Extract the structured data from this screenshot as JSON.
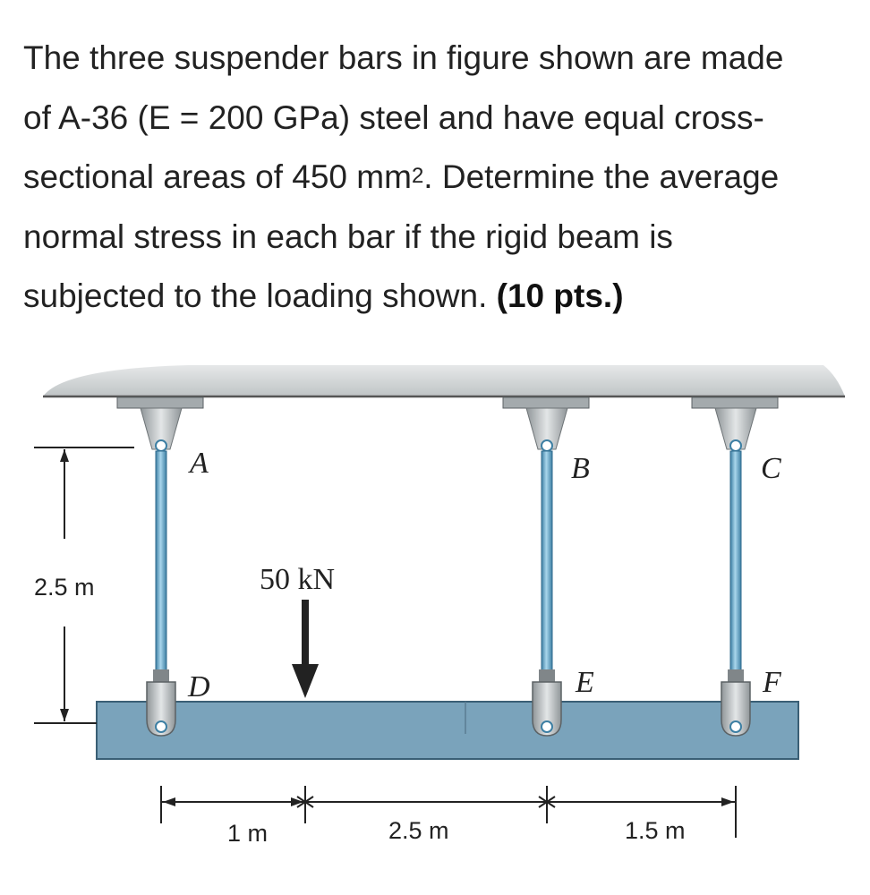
{
  "problem": {
    "line1": "The three suspender bars in figure shown are made",
    "line2": "of A-36 (E = 200 GPa) steel and have equal cross-",
    "line3a": "sectional areas of 450 mm",
    "line3sup": "2",
    "line3b": ". Determine the average",
    "line4": "normal stress in each bar if the rigid beam is",
    "line5": "subjected to the loading shown. ",
    "points": "(10 pts.)"
  },
  "figure": {
    "labels": {
      "A": "A",
      "B": "B",
      "C": "C",
      "D": "D",
      "E": "E",
      "F": "F"
    },
    "load_label": "50 kN",
    "bar_length_label": "2.5 m",
    "dimensions": [
      "1 m",
      "2.5 m",
      "1.5 m"
    ],
    "colors": {
      "ceiling": "#cfd3d4",
      "beam": "#7aa3bb",
      "bar": "#6aa9c9",
      "bracket": "#b9bec1"
    }
  }
}
